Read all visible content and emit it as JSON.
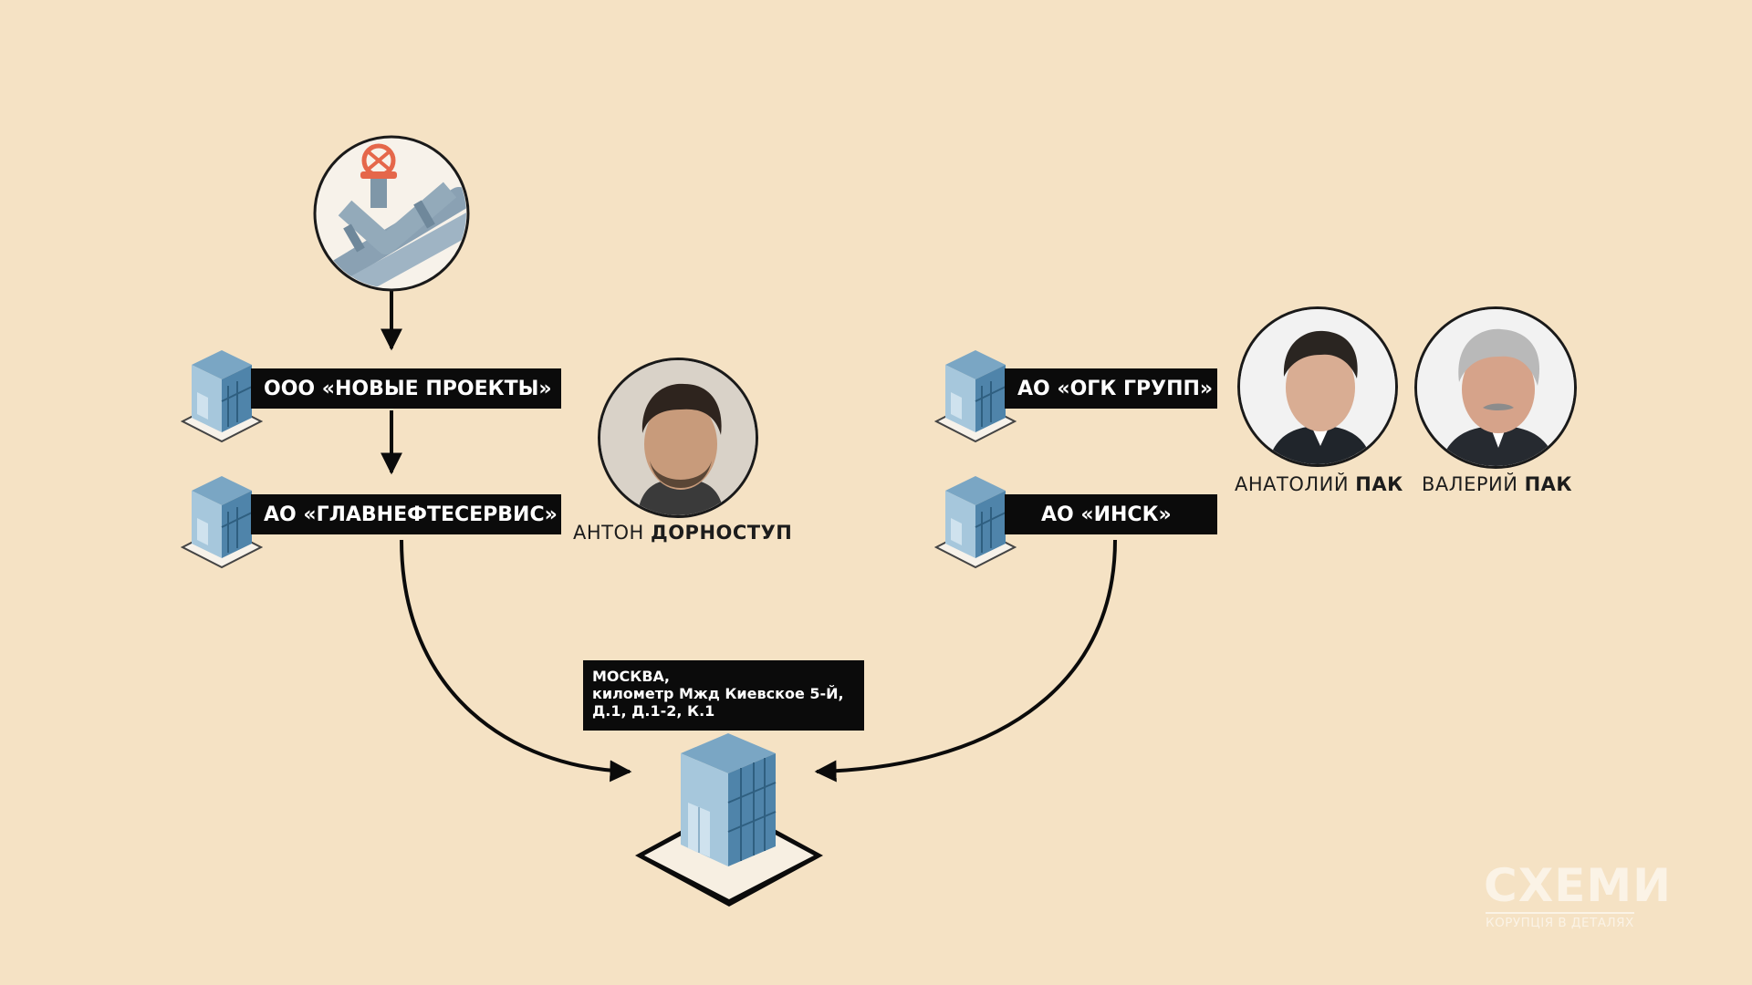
{
  "companies": {
    "novye_proekty": "ООО «НОВЫЕ ПРОЕКТЫ»",
    "glavnefteservis": "АО «ГЛАВНЕФТЕСЕРВИС»",
    "ogk_grupp": "АО «ОГК ГРУПП»",
    "insk": "АО «ИНСК»"
  },
  "address": {
    "line1": "МОСКВА,",
    "line2": "километр Мжд Киевское 5-Й,",
    "line3": "Д.1, Д.1-2, К.1"
  },
  "people": {
    "anton": {
      "first": "АНТОН",
      "last": "ДОРНОСТУП"
    },
    "anatoliy": {
      "first": "АНАТОЛИЙ",
      "last": "ПАК"
    },
    "valeriy": {
      "first": "ВАЛЕРИЙ",
      "last": "ПАК"
    }
  },
  "logo": {
    "title": "СХЕМИ",
    "subtitle": "КОРУПЦІЯ В ДЕТАЛЯХ"
  },
  "colors": {
    "background": "#f5e2c4",
    "label_bg": "#0b0b0b",
    "building_blue": "#6e9cbd",
    "valve_red": "#e5674a"
  },
  "icons": [
    "pipeline-valve-icon",
    "building-icon",
    "person-photo"
  ]
}
